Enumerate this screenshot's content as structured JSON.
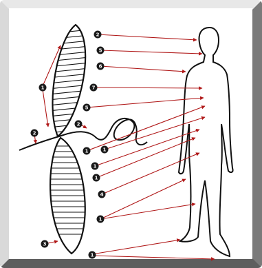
{
  "colors": {
    "frame_light": "#e8e8e8",
    "frame_dark": "#5e5e5e",
    "arrow": "#b01818",
    "badge": "#1a1a1a",
    "ink": "#111111"
  },
  "badges": {
    "b1": "2",
    "b2": "5",
    "b3": "6",
    "b4": "7",
    "b5": "5",
    "b6": "1",
    "b7": "2",
    "b8": "2",
    "b9": "1",
    "b10": "1",
    "b11": "1",
    "b12": "1",
    "b13": "4",
    "b14": "1",
    "b15": "3",
    "b16": "1"
  }
}
